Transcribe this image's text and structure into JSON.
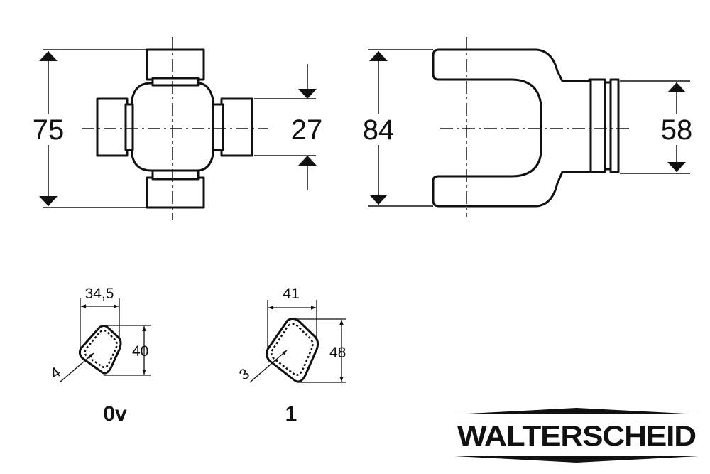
{
  "dimensions": {
    "cross_height": "75",
    "cross_bearing": "27",
    "yoke_height": "84",
    "yoke_hub": "58"
  },
  "profile_0v": {
    "width": "34,5",
    "height": "40",
    "wall": "4",
    "label": "0v"
  },
  "profile_1": {
    "width": "41",
    "height": "48",
    "wall": "3",
    "label": "1"
  },
  "brand": {
    "name": "WALTERSCHEID"
  },
  "colors": {
    "ink": "#111111",
    "paper": "#ffffff"
  }
}
